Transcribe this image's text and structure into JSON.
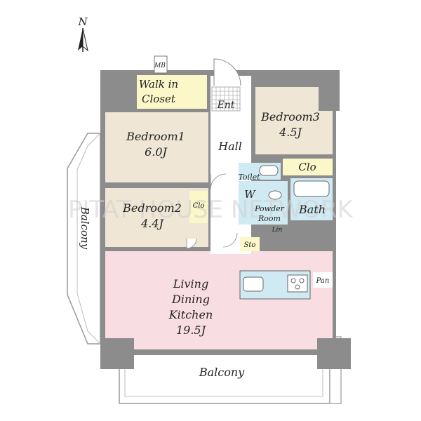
{
  "compass": {
    "north": "N"
  },
  "labels": {
    "mb": "MB",
    "walk_in_closet_1": "Walk in",
    "walk_in_closet_2": "Closet",
    "ent": "Ent",
    "hall": "Hall",
    "bedroom1": "Bedroom1",
    "bedroom1_size": "6.0J",
    "bedroom2": "Bedroom2",
    "bedroom2_size": "4.4J",
    "bedroom3": "Bedroom3",
    "bedroom3_size": "4.5J",
    "clo_bedroom2": "Clo",
    "clo_bedroom3": "Clo",
    "toilet": "Toilet",
    "w": "W",
    "powder_room_1": "Powder",
    "powder_room_2": "Room",
    "lin": "Lin",
    "bath": "Bath",
    "sto": "Sto",
    "pan": "Pan",
    "ldk_1": "Living",
    "ldk_2": "Dining",
    "ldk_3": "Kitchen",
    "ldk_size": "19.5J",
    "balcony_left": "Balcony",
    "balcony_bottom": "Balcony"
  },
  "watermark": "PITAT HOUSE NETWORK",
  "colors": {
    "room_beige": "#efe6d6",
    "closet_yellow": "#fbf7c8",
    "ldk_pink": "#f8dde2",
    "wet_blue": "#cfeaf2",
    "wall_gray": "#8c8c8c",
    "corridor_white": "#ffffff",
    "balcony_outline": "#9a9a9a"
  }
}
